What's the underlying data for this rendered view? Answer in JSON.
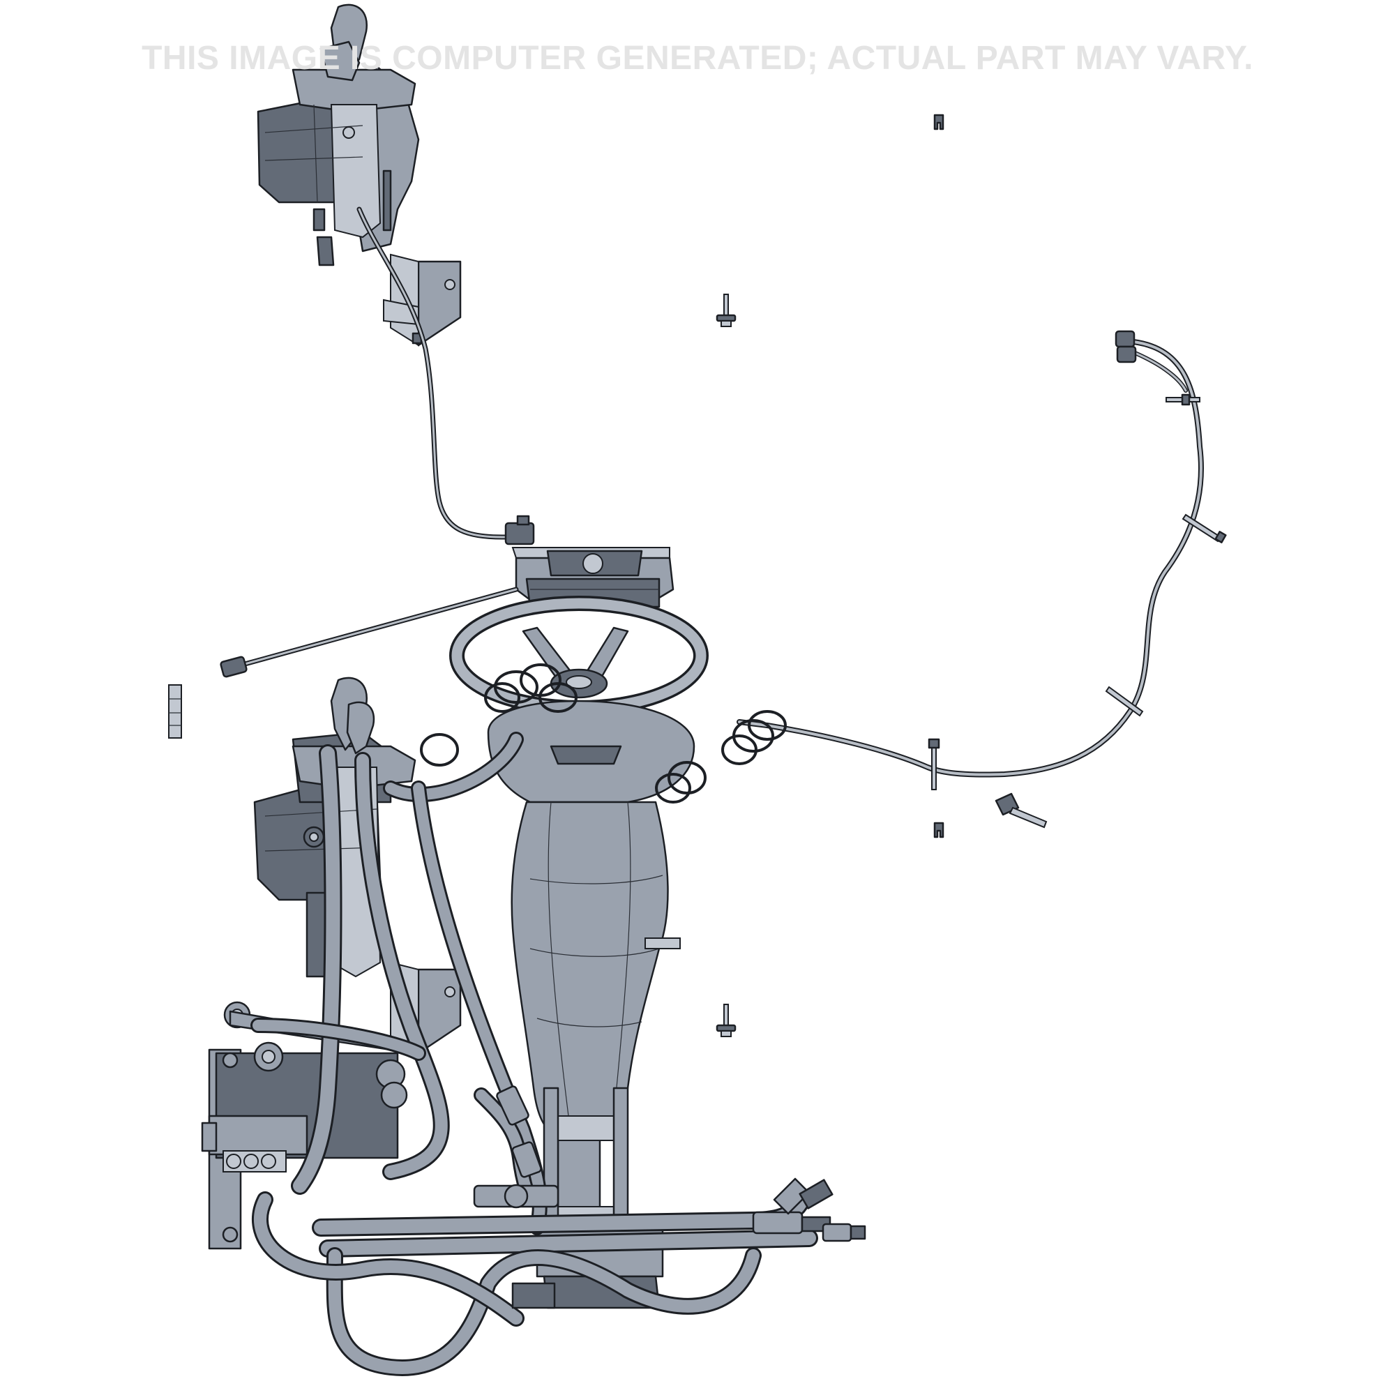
{
  "header": {
    "disclaimer": "THIS IMAGE IS COMPUTER GENERATED; ACTUAL PART MAY VARY."
  },
  "colors": {
    "background": "#ffffff",
    "part_fill": "#9aa2ae",
    "part_dark": "#636b77",
    "outline": "#1c1f24",
    "disclaimer_text": "#e4e4e4"
  },
  "components": [
    "upper-joystick-control-assembly",
    "upper-mounting-bracket",
    "lower-joystick-control-assembly",
    "lower-mounting-bracket",
    "steering-wheel",
    "steering-column-cover",
    "steering-column-mount-plate",
    "hydraulic-valve-block",
    "hydraulic-hose-bundle",
    "wiring-harness",
    "ignition-key",
    "mounting-bolt",
    "hose-clamps",
    "cable-ties"
  ]
}
